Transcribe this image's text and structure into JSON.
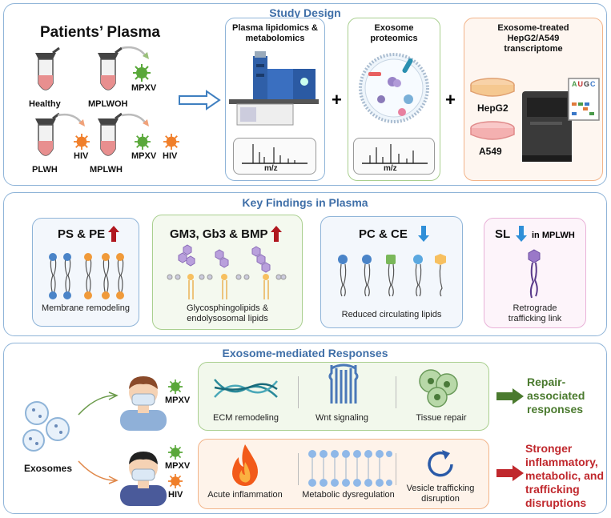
{
  "study_design": {
    "title": "Study Design",
    "patients_title": "Patients’ Plasma",
    "groups": [
      "Healthy",
      "MPLWOH",
      "PLWH",
      "MPLWH"
    ],
    "virus_labels": {
      "mpxv_a": "MPXV",
      "hiv_a": "HIV",
      "mpxv_b": "MPXV",
      "hiv_b": "HIV"
    },
    "box1_title": "Plasma lipidomics & metabolomics",
    "box1_axis": "m/z",
    "box2_title": "Exosome proteomics",
    "box2_axis": "m/z",
    "box3_title": "Exosome-treated HepG2/A549 transcriptome",
    "cell_lines": [
      "HepG2",
      "A549"
    ],
    "plus": "+",
    "rna_letters": [
      "A",
      "U",
      "G",
      "C"
    ]
  },
  "key_findings": {
    "title": "Key Findings in Plasma",
    "cards": [
      {
        "title": "PS & PE",
        "caption": "Membrane remodeling",
        "direction": "up"
      },
      {
        "title": "GM3, Gb3 & BMP",
        "caption": "Glycosphingolipids & endolysosomal lipids",
        "direction": "up"
      },
      {
        "title": "PC & CE",
        "caption": "Reduced circulating lipids",
        "direction": "down"
      },
      {
        "title": "SL",
        "subtitle": "in MPLWH",
        "caption": "Retrograde trafficking link",
        "direction": "down"
      }
    ]
  },
  "exosome_responses": {
    "title": "Exosome-mediated Responses",
    "exosomes_label": "Exosomes",
    "top_virus": "MPXV",
    "bottom_virus_a": "MPXV",
    "bottom_virus_b": "HIV",
    "top_items": [
      "ECM remodeling",
      "Wnt signaling",
      "Tissue repair"
    ],
    "bottom_items": [
      "Acute inflammation",
      "Metabolic dysregulation",
      "Vesicle trafficking disruption"
    ],
    "top_outcome": "Repair-associated responses",
    "bottom_outcome": "Stronger inflammatory, metabolic, and trafficking disruptions"
  },
  "colors": {
    "panel_border": "#8fb4d8",
    "title_blue": "#3f6fa8",
    "green_border": "#a9cf8f",
    "orange_border": "#f2b48a",
    "up_arrow": "#b0171f",
    "down_arrow": "#2f8fd8",
    "repair_green": "#4a7a2e",
    "disrupt_red": "#c0282d"
  }
}
